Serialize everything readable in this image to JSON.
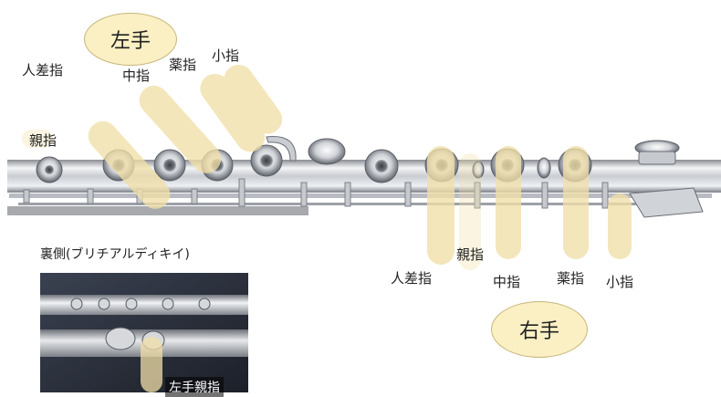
{
  "hands": {
    "left": "左手",
    "right": "右手"
  },
  "left_hand": {
    "thumb": "親指",
    "index": "人差指",
    "middle": "中指",
    "ring": "薬指",
    "little": "小指"
  },
  "right_hand": {
    "thumb": "親指",
    "index": "人差指",
    "middle": "中指",
    "ring": "薬指",
    "little": "小指"
  },
  "inset": {
    "title": "裏側(ブリチアルディキイ)",
    "label": "左手親指"
  },
  "colors": {
    "finger_marker": "#f1dfa8",
    "bubble": "#fbefc4",
    "flute_silver": "#d9dbe0"
  }
}
